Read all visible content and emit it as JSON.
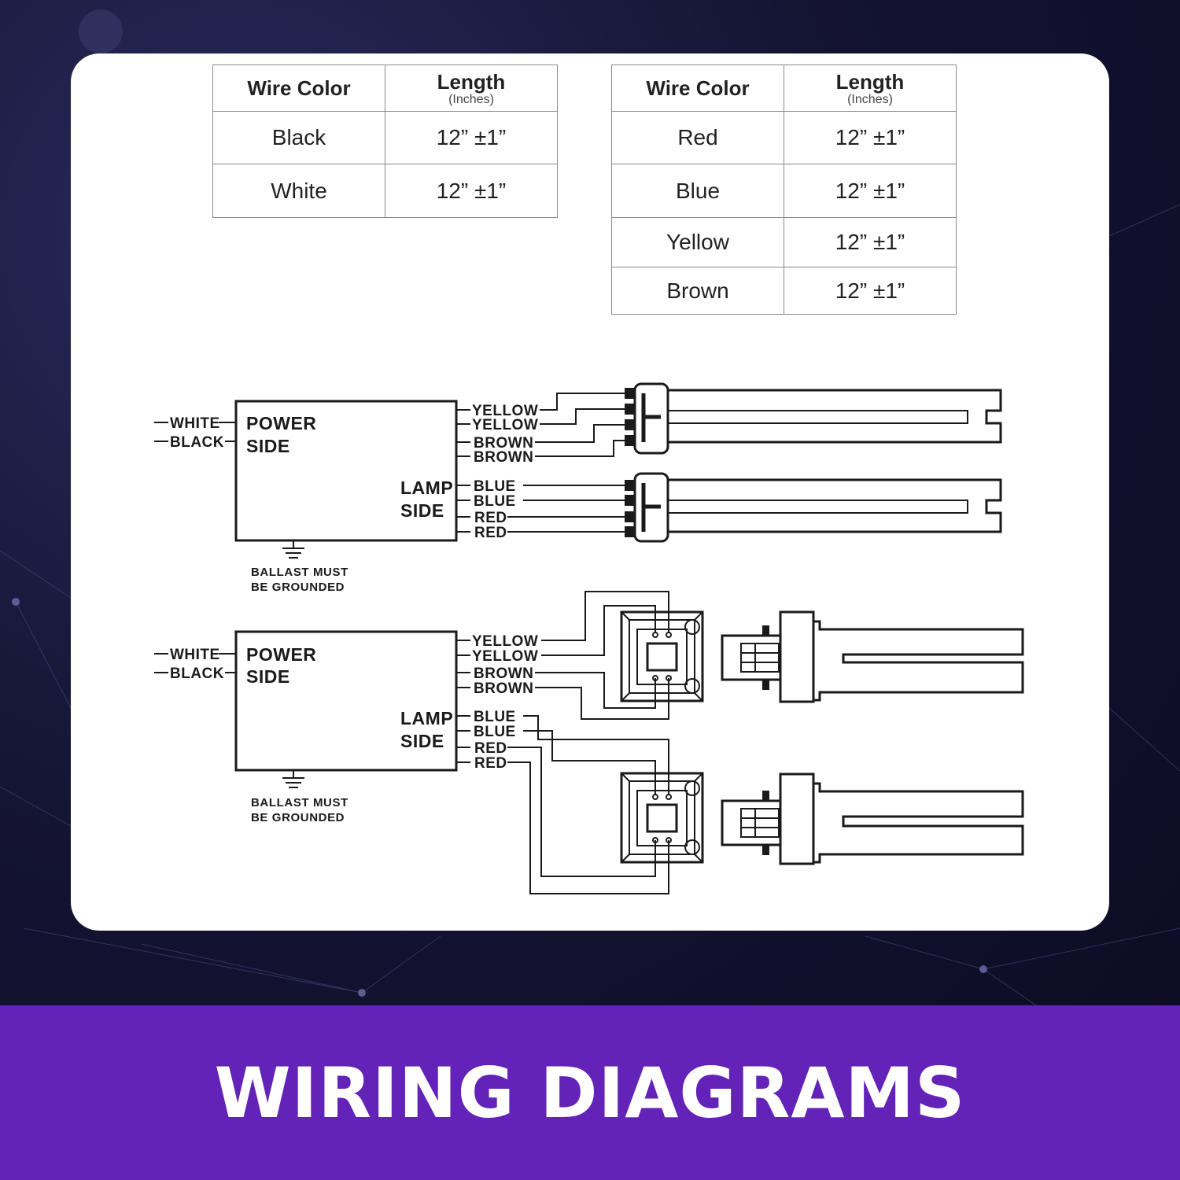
{
  "tables": [
    {
      "headers": [
        "Wire Color",
        "Length",
        "(Inches)"
      ],
      "rows": [
        [
          "Black",
          "12” ±1”"
        ],
        [
          "White",
          "12” ±1”"
        ]
      ]
    },
    {
      "headers": [
        "Wire Color",
        "Length",
        "(Inches)"
      ],
      "rows": [
        [
          "Red",
          "12” ±1”"
        ],
        [
          "Blue",
          "12” ±1”"
        ],
        [
          "Yellow",
          "12” ±1”"
        ],
        [
          "Brown",
          "12” ±1”"
        ]
      ]
    }
  ],
  "diagrams": [
    {
      "input_wires": [
        "WHITE",
        "BLACK"
      ],
      "power_side": [
        "POWER",
        "SIDE"
      ],
      "lamp_side": [
        "LAMP",
        "SIDE"
      ],
      "output_wires": [
        "YELLOW",
        "YELLOW",
        "BROWN",
        "BROWN",
        "BLUE",
        "BLUE",
        "RED",
        "RED"
      ],
      "ground_note": [
        "BALLAST MUST",
        "BE GROUNDED"
      ]
    },
    {
      "input_wires": [
        "WHITE",
        "BLACK"
      ],
      "power_side": [
        "POWER",
        "SIDE"
      ],
      "lamp_side": [
        "LAMP",
        "SIDE"
      ],
      "output_wires": [
        "YELLOW",
        "YELLOW",
        "BROWN",
        "BROWN",
        "BLUE",
        "BLUE",
        "RED",
        "RED"
      ],
      "ground_note": [
        "BALLAST MUST",
        "BE GROUNDED"
      ]
    }
  ],
  "banner_title": "WIRING DIAGRAMS",
  "colors": {
    "banner": "#6322b8",
    "background": "#141433",
    "card": "#ffffff",
    "ink": "#1a1a1a"
  }
}
